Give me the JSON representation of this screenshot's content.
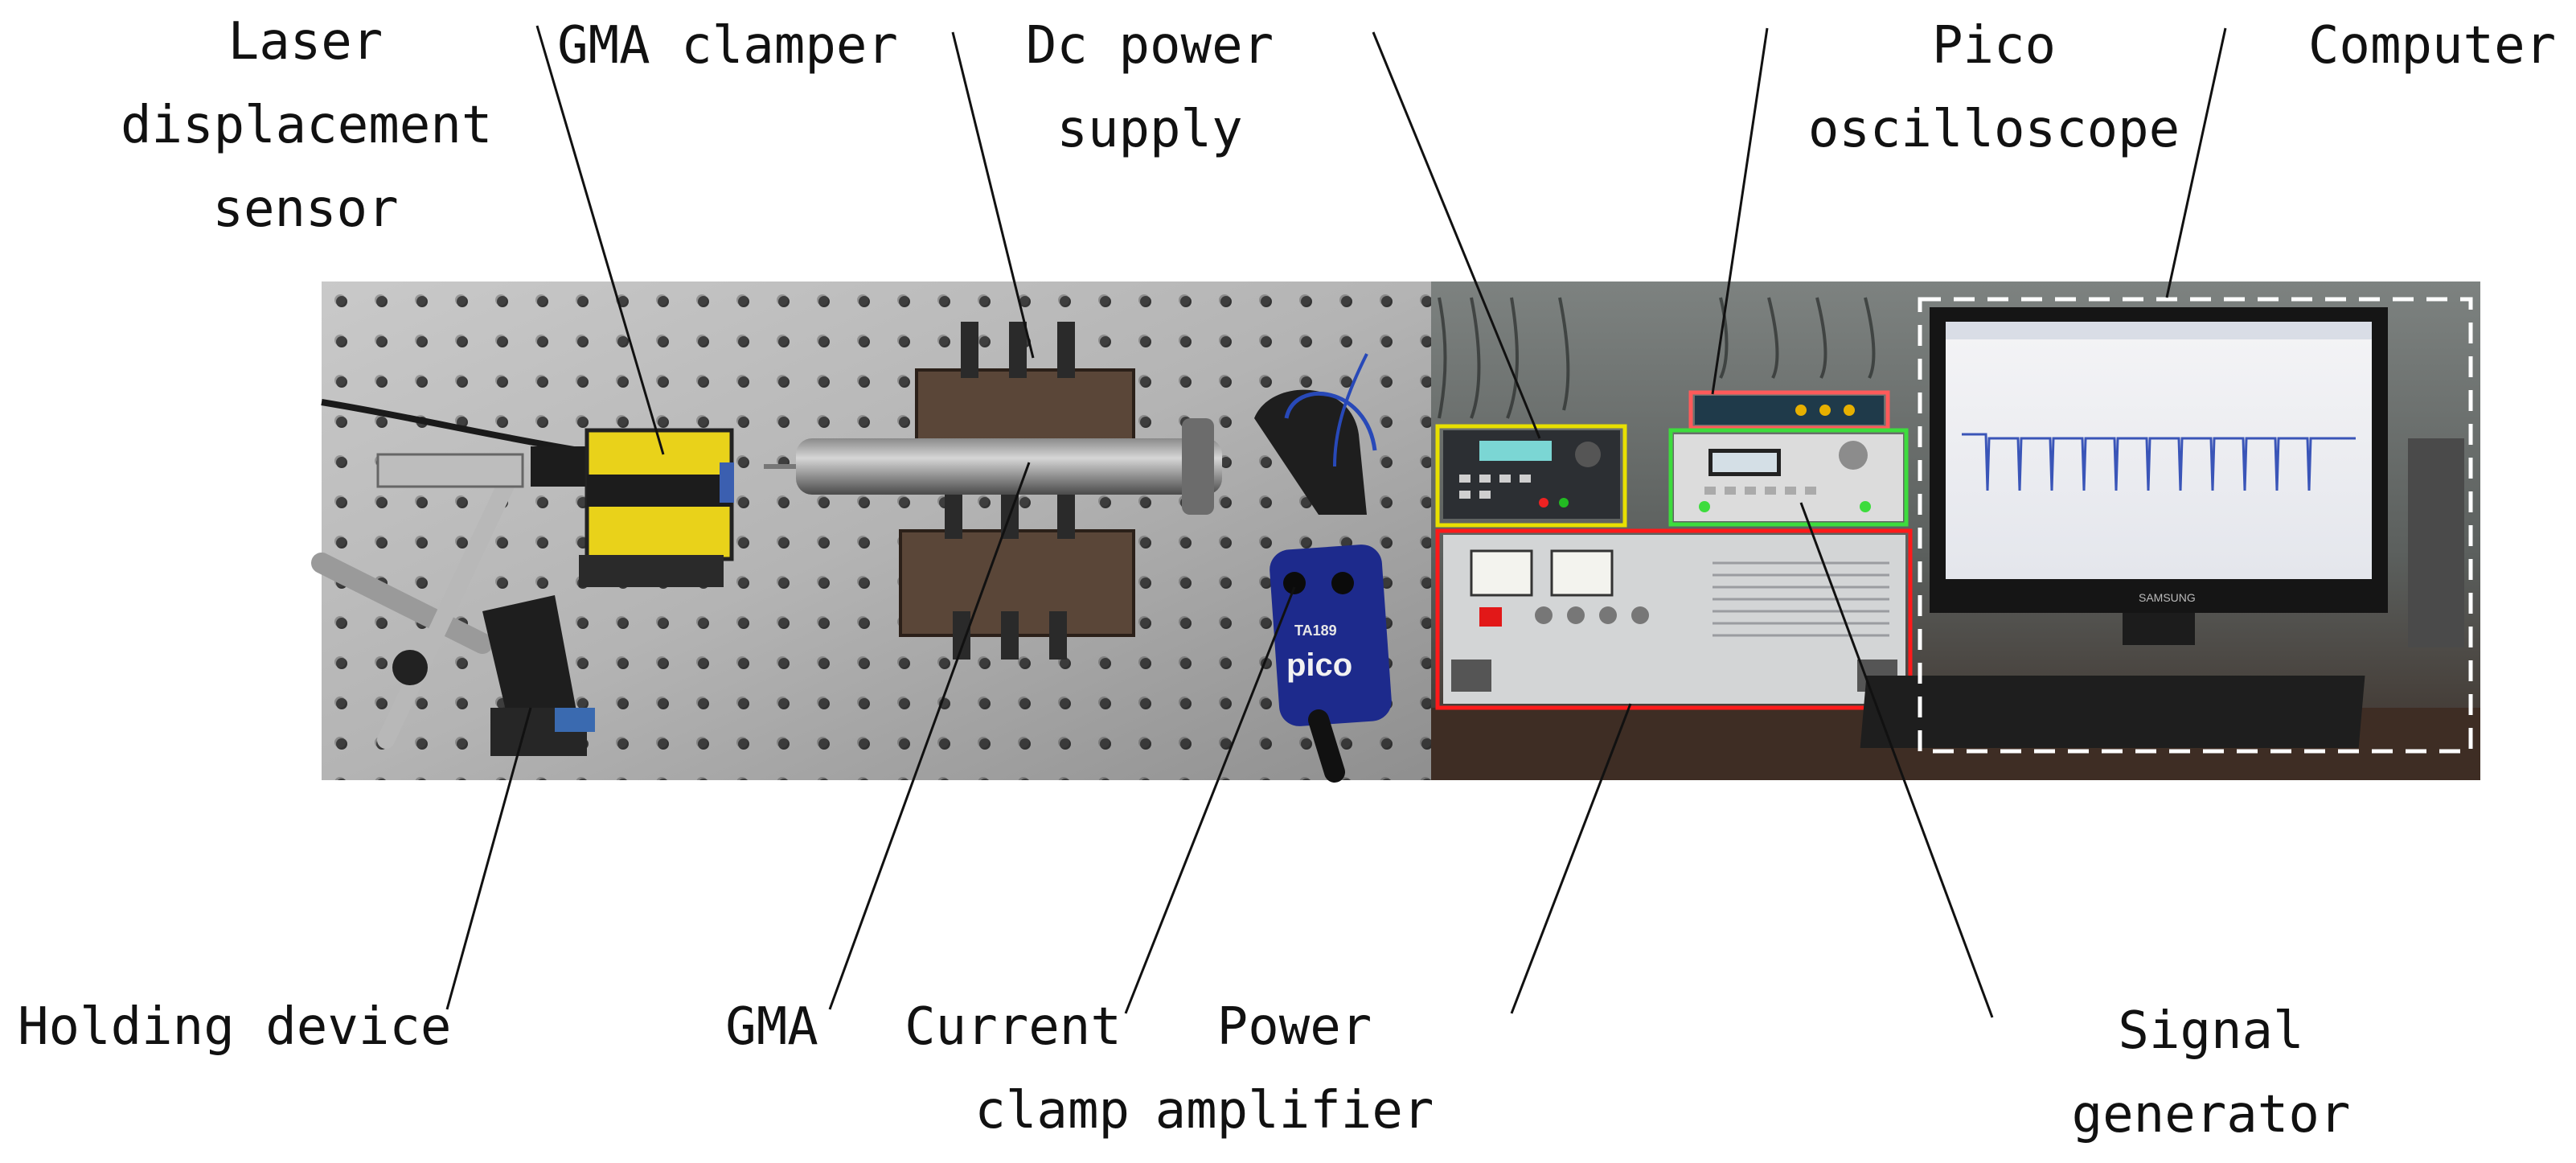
{
  "labels": {
    "laser_sensor": [
      "Laser",
      "displacement",
      "sensor"
    ],
    "gma_clamper": "GMA clamper",
    "dc_power_supply": [
      "Dc power",
      "supply"
    ],
    "pico_oscilloscope": [
      "Pico",
      "oscilloscope"
    ],
    "computer": "Computer",
    "holding_device": "Holding device",
    "gma": "GMA",
    "current_clamp": [
      "Current",
      "clamp"
    ],
    "power_amplifier": [
      "Power",
      "amplifier"
    ],
    "signal_generator": [
      "Signal",
      "generator"
    ]
  },
  "device_text": {
    "clamp_brand": "pico",
    "clamp_model": "TA189",
    "monitor_brand": "SAMSUNG"
  },
  "highlight_colors": {
    "dc_power_supply": "#e8e000",
    "signal_generator": "#3ddc3d",
    "pico_oscilloscope": "#ff5a5a",
    "power_amplifier": "#ff1a1a",
    "computer": "#ffffff"
  }
}
